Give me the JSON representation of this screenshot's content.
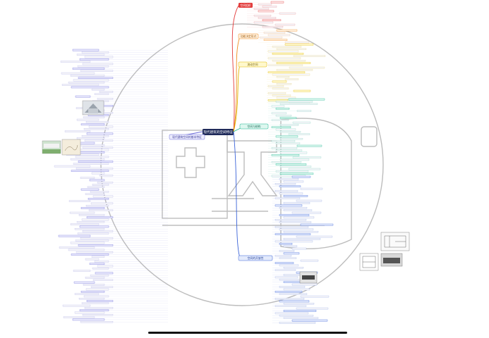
{
  "root": {
    "label": "现代建筑的空间特征"
  },
  "branches": [
    {
      "id": "red",
      "label": "空间组织",
      "color": "#e23b3b",
      "fill": "#fde8e8"
    },
    {
      "id": "orange",
      "label": "功能决定形式",
      "color": "#f08c1e",
      "fill": "#fff1e0"
    },
    {
      "id": "yellow",
      "label": "流动空间",
      "color": "#e0b800",
      "fill": "#fff8cc"
    },
    {
      "id": "teal",
      "label": "空间与结构",
      "color": "#19b58f",
      "fill": "#ddf7ef"
    },
    {
      "id": "blue",
      "label": "空间的开放性",
      "color": "#3a63d8",
      "fill": "#e3eafc"
    },
    {
      "id": "purple",
      "label": "现代建筑空间的基本特征",
      "color": "#6a6ad8",
      "fill": "#ececfd"
    }
  ],
  "watermark": {
    "color": "#b8b8b8"
  },
  "colors": {
    "line": "#9a9a9a",
    "root": "#1f2a5a"
  }
}
